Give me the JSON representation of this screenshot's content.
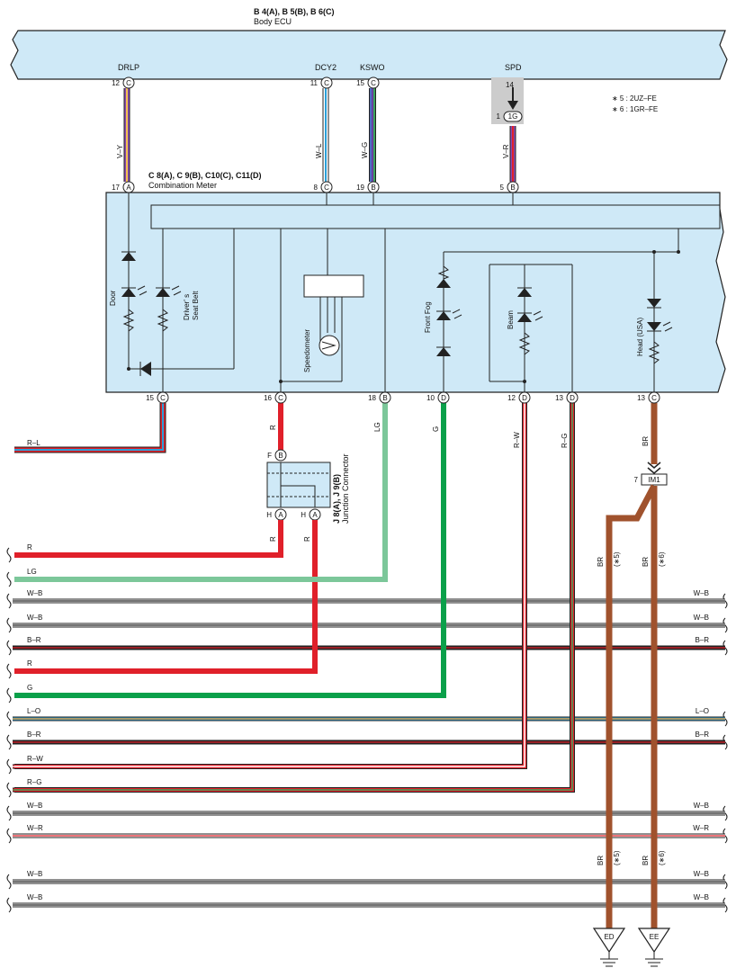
{
  "header": {
    "ecu_connectors": "B 4(A), B 5(B), B 6(C)",
    "ecu_name": "Body ECU",
    "meter_connectors": "C 8(A), C 9(B), C10(C), C11(D)",
    "meter_name": "Combination Meter",
    "jc_connectors": "J 8(A), J 9(B)",
    "jc_name": "Junction Connector"
  },
  "notes": {
    "n5": "∗ 5 : 2UZ–FE",
    "n6": "∗ 6 : 1GR–FE"
  },
  "ecu_pins": [
    {
      "name": "DRLP",
      "pin": "12",
      "conn": "C"
    },
    {
      "name": "DCY2",
      "pin": "11",
      "conn": "C"
    },
    {
      "name": "KSWO",
      "pin": "15",
      "conn": "C"
    },
    {
      "name": "SPD",
      "pin": "14",
      "conn": ""
    }
  ],
  "junction_1g": {
    "pin": "1",
    "conn": "1G"
  },
  "upper_wires": [
    {
      "id": "w1",
      "label": "V–Y",
      "colors": [
        "#8a4ab0",
        "#f2c14e"
      ]
    },
    {
      "id": "w2",
      "label": "W–L",
      "colors": [
        "#ffffff",
        "#2a9fd8"
      ]
    },
    {
      "id": "w3",
      "label": "W–G",
      "colors": [
        "#4a6fc0",
        "#6a3fa0",
        "#3aa35a"
      ]
    },
    {
      "id": "w4",
      "label": "V–R",
      "colors": [
        "#8a4ab0",
        "#e0202a"
      ]
    }
  ],
  "meter_top_pins": [
    {
      "pin": "17",
      "conn": "A"
    },
    {
      "pin": "8",
      "conn": "C"
    },
    {
      "pin": "19",
      "conn": "B"
    },
    {
      "pin": "5",
      "conn": "B"
    }
  ],
  "meter_bottom_pins": [
    {
      "pin": "15",
      "conn": "C"
    },
    {
      "pin": "16",
      "conn": "C"
    },
    {
      "pin": "18",
      "conn": "B"
    },
    {
      "pin": "10",
      "conn": "D"
    },
    {
      "pin": "12",
      "conn": "D"
    },
    {
      "pin": "13",
      "conn": "D"
    },
    {
      "pin": "13",
      "conn": "C"
    }
  ],
  "components": {
    "door": "Door",
    "driver_a": "Driver' s",
    "driver_b": "Seat Belt",
    "speedometer": "Speedometer",
    "front_fog": "Front Fog",
    "beam": "Beam",
    "head": "Head (USA)"
  },
  "lower_wires": [
    {
      "id": "rl",
      "label": "R–L"
    },
    {
      "id": "r16",
      "label": "R"
    },
    {
      "id": "lg18",
      "label": "LG"
    },
    {
      "id": "g10",
      "label": "G"
    },
    {
      "id": "rw12",
      "label": "R–W"
    },
    {
      "id": "rg13",
      "label": "R–G"
    },
    {
      "id": "br13",
      "label": "BR"
    }
  ],
  "jc_pins": [
    {
      "pin": "F",
      "conn": "B"
    },
    {
      "pin": "H",
      "conn": "A"
    },
    {
      "pin": "H",
      "conn": "A"
    }
  ],
  "jc_wire_labels": {
    "left": "R",
    "right": "R"
  },
  "im1": {
    "pin": "7",
    "name": "IM1"
  },
  "br_branches": [
    {
      "label": "BR",
      "note": "(∗5)"
    },
    {
      "label": "BR",
      "note": "(∗6)"
    }
  ],
  "grounds": [
    {
      "name": "ED"
    },
    {
      "name": "EE"
    }
  ],
  "buses": [
    {
      "left": "R",
      "right": "",
      "c1": "#e0202a",
      "c2": "#e0202a",
      "thick": true
    },
    {
      "left": "LG",
      "right": "",
      "c1": "#7cc79a",
      "c2": "#7cc79a",
      "thick": true
    },
    {
      "left": "W–B",
      "right": "W–B",
      "c1": "#ffffff",
      "c2": "#222222",
      "thick": false
    },
    {
      "left": "W–B",
      "right": "W–B",
      "c1": "#ffffff",
      "c2": "#222222",
      "thick": false
    },
    {
      "left": "B–R",
      "right": "B–R",
      "c1": "#222222",
      "c2": "#e0202a",
      "thick": false
    },
    {
      "left": "R",
      "right": "",
      "c1": "#e0202a",
      "c2": "#e0202a",
      "thick": true
    },
    {
      "left": "G",
      "right": "",
      "c1": "#0aa04a",
      "c2": "#0aa04a",
      "thick": true
    },
    {
      "left": "L–O",
      "right": "L–O",
      "c1": "#2a9fd8",
      "c2": "#f0962a",
      "thick": false
    },
    {
      "left": "B–R",
      "right": "B–R",
      "c1": "#222222",
      "c2": "#e0202a",
      "thick": false
    },
    {
      "left": "R–W",
      "right": "",
      "c1": "#e0202a",
      "c2": "#ffffff",
      "thick": false
    },
    {
      "left": "R–G",
      "right": "",
      "c1": "#e0202a",
      "c2": "#3aa35a",
      "thick": false
    },
    {
      "left": "W–B",
      "right": "W–B",
      "c1": "#ffffff",
      "c2": "#222222",
      "thick": false
    },
    {
      "left": "W–R",
      "right": "W–R",
      "c1": "#ffffff",
      "c2": "#e0202a",
      "thick": false
    },
    {
      "left": "W–B",
      "right": "W–B",
      "c1": "#ffffff",
      "c2": "#222222",
      "thick": false
    },
    {
      "left": "W–B",
      "right": "W–B",
      "c1": "#ffffff",
      "c2": "#222222",
      "thick": false
    }
  ],
  "palette": {
    "panel": "#cfe9f7",
    "red": "#e0202a",
    "lightgreen": "#7cc79a",
    "green": "#0aa04a",
    "brown": "#a0522d"
  }
}
